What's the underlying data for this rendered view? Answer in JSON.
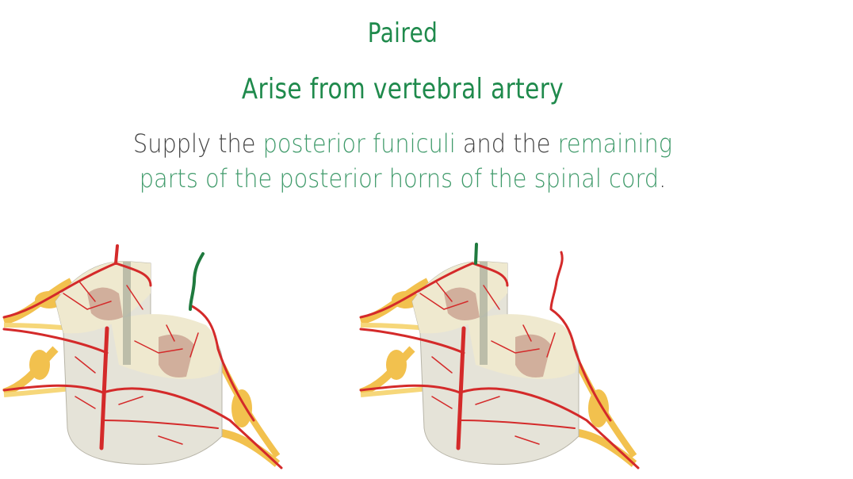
{
  "slide": {
    "heading_1": "Paired",
    "heading_2": "Arise from vertebral artery",
    "body": {
      "line1": [
        {
          "text": "Supply the ",
          "style": "gray"
        },
        {
          "text": "posterior funiculi",
          "style": "green"
        },
        {
          "text": " and the ",
          "style": "gray"
        },
        {
          "text": "remaining",
          "style": "green"
        }
      ],
      "line2": [
        {
          "text": "parts of the posterior horns of the spinal cord",
          "style": "green"
        },
        {
          "text": ".",
          "style": "gray"
        }
      ]
    },
    "illustrations": [
      {
        "name": "spinal-cord-cross-section-left",
        "highlighted_artery": "green",
        "highlight_position": "right-dorsal"
      },
      {
        "name": "spinal-cord-cross-section-right",
        "highlighted_artery": "green",
        "highlight_position": "left-dorsal"
      }
    ]
  },
  "colors": {
    "heading_green": "#1f8a4c",
    "accent_green": "#3f9a6a",
    "text_gray": "#444444",
    "artery_red": "#d42a2a",
    "highlight_artery": "#1f7a3e",
    "nerve_yellow": "#f2c14e",
    "cord_white": "#e8e6dc",
    "gray_matter": "#c9a08f"
  }
}
